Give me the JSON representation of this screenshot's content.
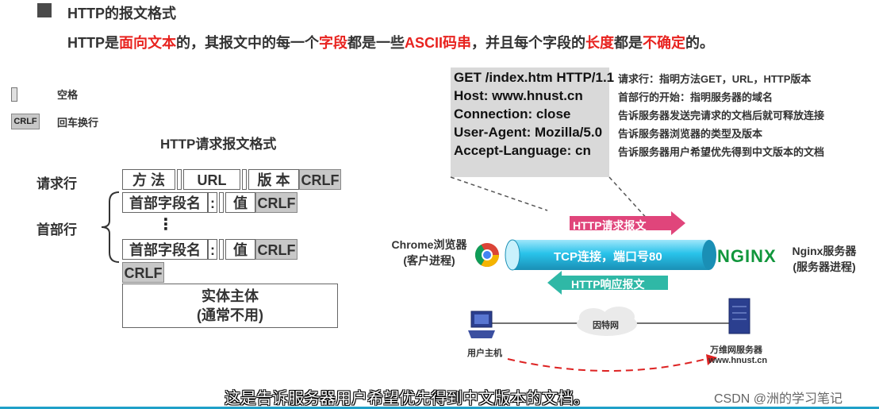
{
  "section": {
    "title": "HTTP的报文格式",
    "intro_parts": [
      "HTTP是",
      "面向文本",
      "的，其报文中的每一个",
      "字段",
      "都是一些",
      "ASCII码串",
      "，并且每个字段的",
      "长度",
      "都是",
      "不确定",
      "的。"
    ]
  },
  "legend": {
    "space_label": "空格",
    "crlf_tag": "CRLF",
    "crlf_label": "回车换行"
  },
  "request_format": {
    "title": "HTTP请求报文格式",
    "request_line_label": "请求行",
    "header_label": "首部行",
    "request_line": {
      "method": "方 法",
      "url": "URL",
      "version": "版 本",
      "crlf": "CRLF"
    },
    "header_row": {
      "name": "首部字段名",
      "colon": ":",
      "value": "值",
      "crlf": "CRLF"
    },
    "ellipsis": "⋮",
    "blank_crlf": "CRLF",
    "body_line1": "实体主体",
    "body_line2": "(通常不用)"
  },
  "example": {
    "lines": [
      "GET /index.htm HTTP/1.1",
      "Host: www.hnust.cn",
      "Connection: close",
      "User-Agent:  Mozilla/5.0",
      "Accept-Language: cn"
    ],
    "annotations": [
      "请求行：指明方法GET，URL，HTTP版本",
      "首部行的开始：指明服务器的域名",
      "告诉服务器发送完请求的文档后就可释放连接",
      "告诉服务器浏览器的类型及版本",
      "告诉服务器用户希望优先得到中文版本的文档"
    ]
  },
  "network": {
    "client_name": "Chrome浏览器",
    "client_sub": "(客户进程)",
    "server_name": "Nginx服务器",
    "server_sub": "(服务器进程)",
    "server_logo": "NGINX",
    "request_arrow": "HTTP请求报文",
    "response_arrow": "HTTP响应报文",
    "tunnel": "TCP连接，端口号80",
    "internet": "因特网",
    "host_label": "用户主机",
    "server_label": "万维网服务器",
    "server_domain": "www.hnust.cn"
  },
  "subtitle": "这是告诉服务器用户希望优先得到中文版本的文档。",
  "watermark": "CSDN @洲的学习笔记",
  "colors": {
    "accent_red": "#e8231f",
    "request_pink": "#e0457b",
    "response_teal": "#2fb8a6",
    "tunnel_cyan": "#29c3ea",
    "nginx_green": "#11963c"
  }
}
